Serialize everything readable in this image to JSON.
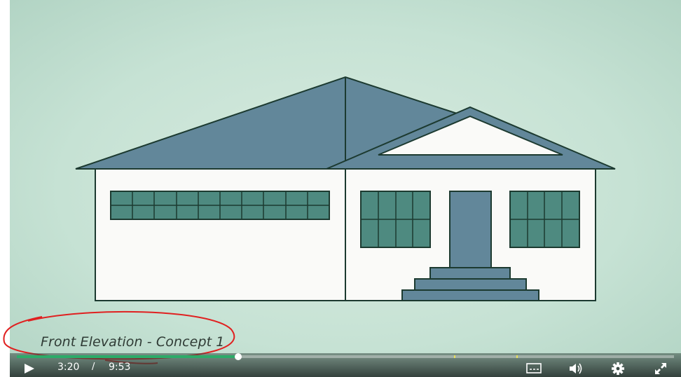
{
  "video": {
    "caption": "Front Elevation - Concept 1"
  },
  "controls": {
    "current_time": "3:20",
    "separator": "/",
    "duration": "9:53",
    "progress_fraction": 0.337,
    "chapter_marks": [
      0.665,
      0.76
    ],
    "icons": {
      "play": "play-icon",
      "captions": "closed-captions-icon",
      "volume": "volume-icon",
      "settings": "gear-icon",
      "fullscreen": "fullscreen-icon"
    }
  },
  "colors": {
    "progress_played": "#2dab69",
    "chapter_marker": "#e8e05a",
    "roof": "#62879a",
    "window": "#4e8a80",
    "annotation": "#e02020"
  }
}
